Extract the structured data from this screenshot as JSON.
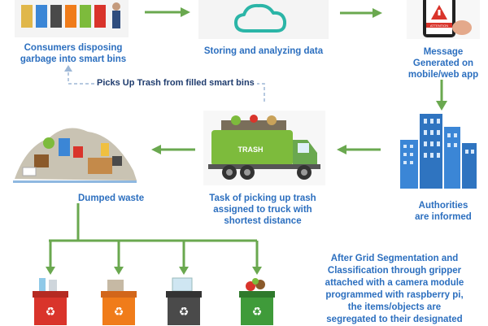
{
  "steps": {
    "consumers": "Consumers disposing\ngarbage into smart bins",
    "storing": "Storing and analyzing data",
    "message": "Message\nGenerated on\nmobile/web app",
    "authorities": "Authorities\nare informed",
    "task": "Task of picking up trash\nassigned to truck with\nshortest distance",
    "dumped": "Dumped waste"
  },
  "loop_label": "Picks Up Trash from filled smart bins",
  "truck_label": "TRASH",
  "phone_label": "ATTENTION",
  "segregation_note": "After Grid Segmentation and\nClassification through gripper\nattached with a camera module\nprogrammed with raspberry pi,\nthe items/objects are\nsegregated to their designated",
  "colors": {
    "arrow": "#6aa84f",
    "caption": "#2c6fbf",
    "bins": [
      "#d9342b",
      "#f07c1a",
      "#4a4a4a",
      "#3f9b3a"
    ],
    "truck": "#7dbb3c",
    "buildings": "#3b86d6"
  },
  "icons": [
    "cloud-icon",
    "phone-alert-icon",
    "buildings-icon",
    "trash-truck-icon",
    "waste-pile-icon",
    "recycle-icon"
  ]
}
